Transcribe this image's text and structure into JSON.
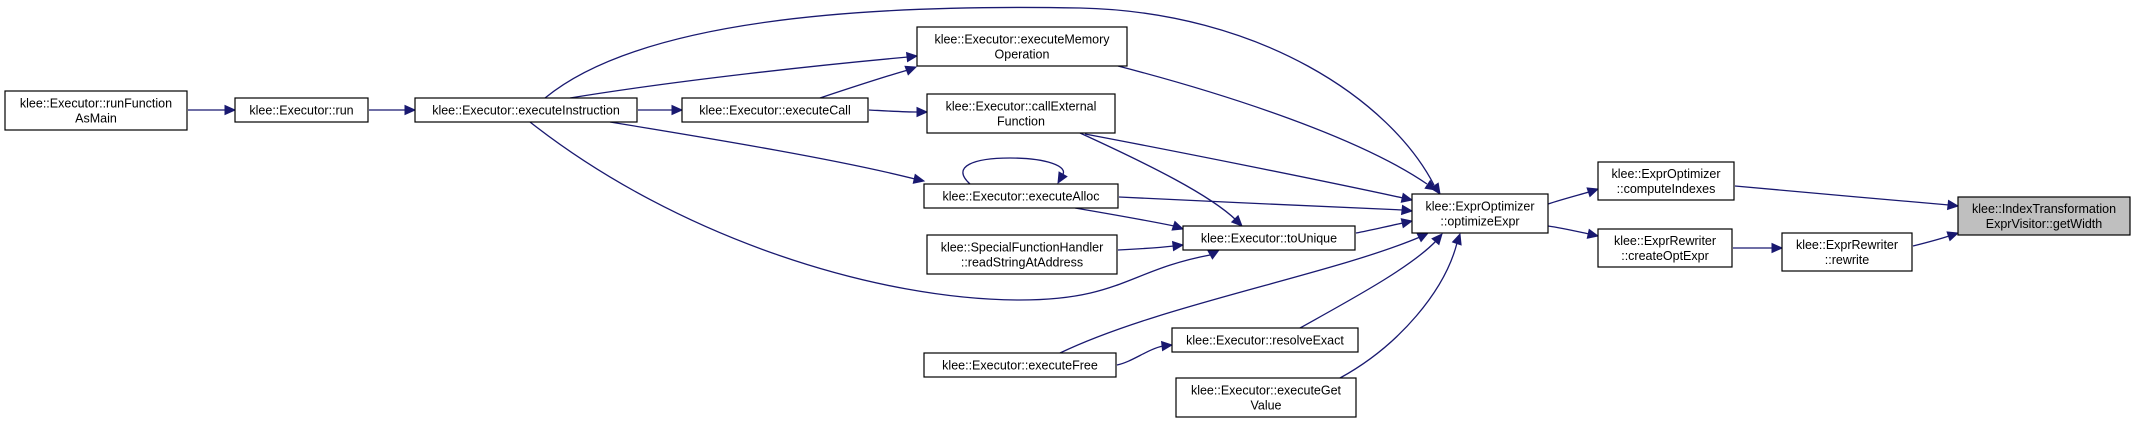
{
  "graph": {
    "nodes": [
      {
        "id": "getWidth",
        "lines": [
          "klee::IndexTransformation",
          "ExprVisitor::getWidth"
        ],
        "focus": true
      },
      {
        "id": "computeIndexes",
        "lines": [
          "klee::ExprOptimizer",
          "::computeIndexes"
        ]
      },
      {
        "id": "rewrite",
        "lines": [
          "klee::ExprRewriter",
          "::rewrite"
        ]
      },
      {
        "id": "createOptExpr",
        "lines": [
          "klee::ExprRewriter",
          "::createOptExpr"
        ]
      },
      {
        "id": "optimizeExpr",
        "lines": [
          "klee::ExprOptimizer",
          "::optimizeExpr"
        ]
      },
      {
        "id": "executeMemoryOperation",
        "lines": [
          "klee::Executor::executeMemory",
          "Operation"
        ]
      },
      {
        "id": "callExternalFunction",
        "lines": [
          "klee::Executor::callExternal",
          "Function"
        ]
      },
      {
        "id": "executeAlloc",
        "lines": [
          "klee::Executor::executeAlloc"
        ]
      },
      {
        "id": "toUnique",
        "lines": [
          "klee::Executor::toUnique"
        ]
      },
      {
        "id": "resolveExact",
        "lines": [
          "klee::Executor::resolveExact"
        ]
      },
      {
        "id": "executeGetValue",
        "lines": [
          "klee::Executor::executeGet",
          "Value"
        ]
      },
      {
        "id": "executeInstruction",
        "lines": [
          "klee::Executor::executeInstruction"
        ]
      },
      {
        "id": "executeCall",
        "lines": [
          "klee::Executor::executeCall"
        ]
      },
      {
        "id": "readStringAtAddress",
        "lines": [
          "klee::SpecialFunctionHandler",
          "::readStringAtAddress"
        ]
      },
      {
        "id": "executeFree",
        "lines": [
          "klee::Executor::executeFree"
        ]
      },
      {
        "id": "run",
        "lines": [
          "klee::Executor::run"
        ]
      },
      {
        "id": "runFunctionAsMain",
        "lines": [
          "klee::Executor::runFunction",
          "AsMain"
        ]
      }
    ],
    "edges": [
      {
        "from": "computeIndexes",
        "to": "getWidth"
      },
      {
        "from": "rewrite",
        "to": "getWidth"
      },
      {
        "from": "optimizeExpr",
        "to": "computeIndexes"
      },
      {
        "from": "createOptExpr",
        "to": "rewrite"
      },
      {
        "from": "optimizeExpr",
        "to": "createOptExpr"
      },
      {
        "from": "executeInstruction",
        "to": "optimizeExpr"
      },
      {
        "from": "executeMemoryOperation",
        "to": "optimizeExpr"
      },
      {
        "from": "callExternalFunction",
        "to": "optimizeExpr"
      },
      {
        "from": "executeAlloc",
        "to": "optimizeExpr"
      },
      {
        "from": "toUnique",
        "to": "optimizeExpr"
      },
      {
        "from": "executeFree",
        "to": "optimizeExpr"
      },
      {
        "from": "resolveExact",
        "to": "optimizeExpr"
      },
      {
        "from": "executeGetValue",
        "to": "optimizeExpr"
      },
      {
        "from": "executeInstruction",
        "to": "executeMemoryOperation"
      },
      {
        "from": "executeCall",
        "to": "executeMemoryOperation"
      },
      {
        "from": "executeCall",
        "to": "callExternalFunction"
      },
      {
        "from": "executeInstruction",
        "to": "executeCall"
      },
      {
        "from": "executeInstruction",
        "to": "executeAlloc"
      },
      {
        "from": "executeAlloc",
        "to": "executeAlloc"
      },
      {
        "from": "callExternalFunction",
        "to": "toUnique"
      },
      {
        "from": "executeAlloc",
        "to": "toUnique"
      },
      {
        "from": "readStringAtAddress",
        "to": "toUnique"
      },
      {
        "from": "executeInstruction",
        "to": "toUnique"
      },
      {
        "from": "executeFree",
        "to": "resolveExact"
      },
      {
        "from": "run",
        "to": "executeInstruction"
      },
      {
        "from": "runFunctionAsMain",
        "to": "run"
      }
    ]
  },
  "colors": {
    "edge": "#191970",
    "node_fill": "#ffffff",
    "focus_fill": "#bfbfbf",
    "border": "#000000"
  }
}
